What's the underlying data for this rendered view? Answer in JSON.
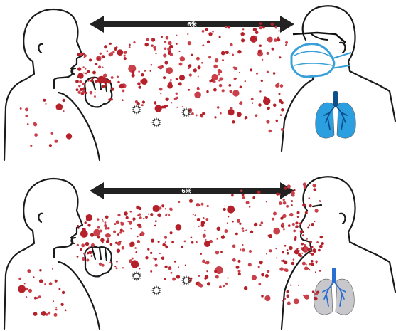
{
  "panels": [
    {
      "id": "top",
      "distance_label": "6米",
      "listener_wears_mask": true,
      "lung_state": "healthy"
    },
    {
      "id": "bottom",
      "distance_label": "6米",
      "listener_wears_mask": false,
      "lung_state": "infected"
    }
  ],
  "colors": {
    "droplet": "#b5212a",
    "droplet_light": "#c9404a",
    "outline": "#1a1a1a",
    "arrow": "#222222",
    "mask": "#3aa0d8",
    "lung_healthy": "#2b9fe0",
    "lung_healthy_vessel": "#0d4f8a",
    "lung_infected": "#c8c8cc",
    "lung_infected_vessel": "#2a6fd1"
  }
}
